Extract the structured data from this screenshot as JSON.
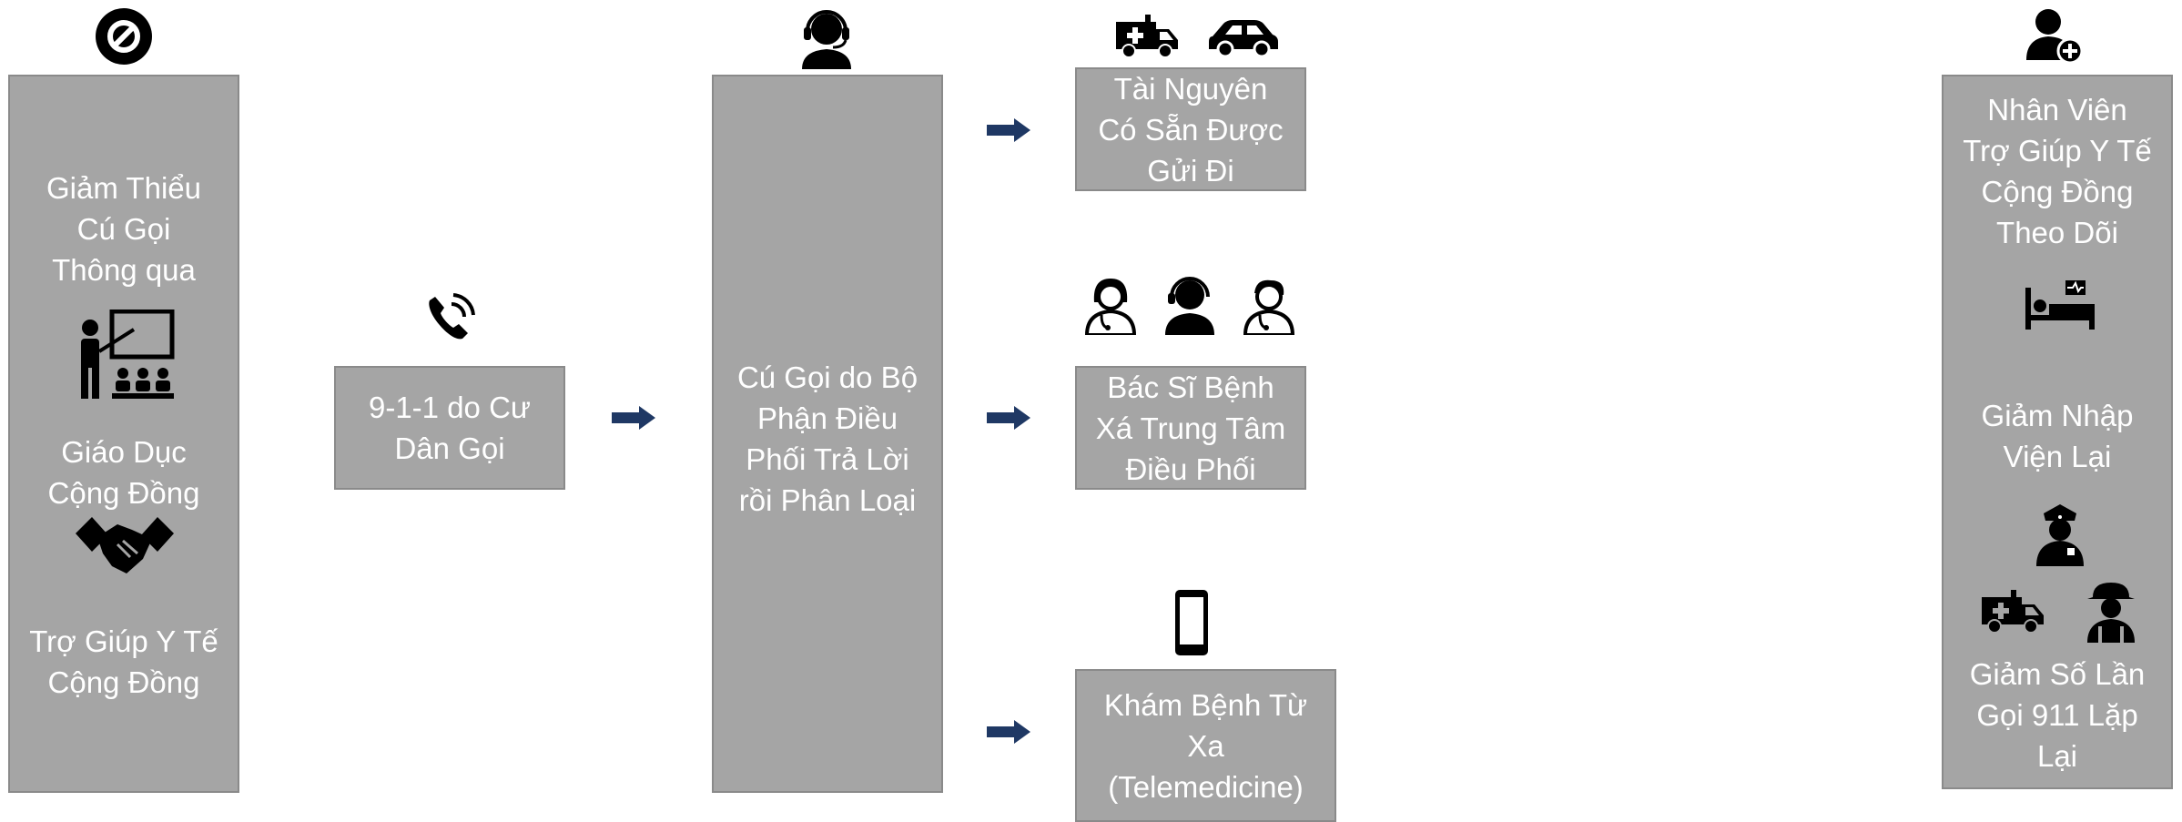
{
  "colors": {
    "box_fill": "#a5a5a5",
    "box_border": "#8a8a8a",
    "box_text": "#ffffff",
    "icon": "#000000",
    "arrow": "#1f3864"
  },
  "prevention": {
    "icon": "no-sign-icon",
    "line1": "Giảm Thiểu",
    "line2": "Cú Gọi",
    "line3": "Thông qua",
    "education_line1": "Giáo Dục",
    "education_line2": "Cộng Đồng",
    "community_line1": "Trợ Giúp Y Tế",
    "community_line2": "Cộng Đồng"
  },
  "call": {
    "icon": "phone-ringing-icon",
    "line1": "9-1-1 do Cư",
    "line2": "Dân Gọi"
  },
  "dispatch": {
    "icon": "headset-operator-icon",
    "line1": "Cú Gọi do Bộ",
    "line2": "Phận Điều",
    "line3": "Phối Trả Lời",
    "line4": "rồi Phân Loại"
  },
  "resources": {
    "icons": [
      "ambulance-icon",
      "car-icon"
    ],
    "line1": "Tài Nguyên",
    "line2": "Có Sẵn Được",
    "line3": "Gửi Đi"
  },
  "physician": {
    "icons": [
      "female-doctor-icon",
      "operator-icon",
      "male-doctor-icon"
    ],
    "line1": "Bác Sĩ Bệnh",
    "line2": "Xá Trung Tâm",
    "line3": "Điều Phối"
  },
  "telemedicine": {
    "icon": "smartphone-icon",
    "line1": "Khám Bệnh Từ",
    "line2": "Xa",
    "line3": "(Telemedicine)"
  },
  "followup": {
    "icon": "add-user-icon",
    "line1": "Nhân Viên",
    "line2": "Trợ Giúp Y Tế",
    "line3": "Cộng Đồng",
    "line4": "Theo Dõi",
    "readmit_line1": "Giảm Nhập",
    "readmit_line2": "Viện Lại",
    "repeat_line1": "Giảm Số Lần",
    "repeat_line2": "Gọi 911 Lặp",
    "repeat_line3": "Lại"
  }
}
